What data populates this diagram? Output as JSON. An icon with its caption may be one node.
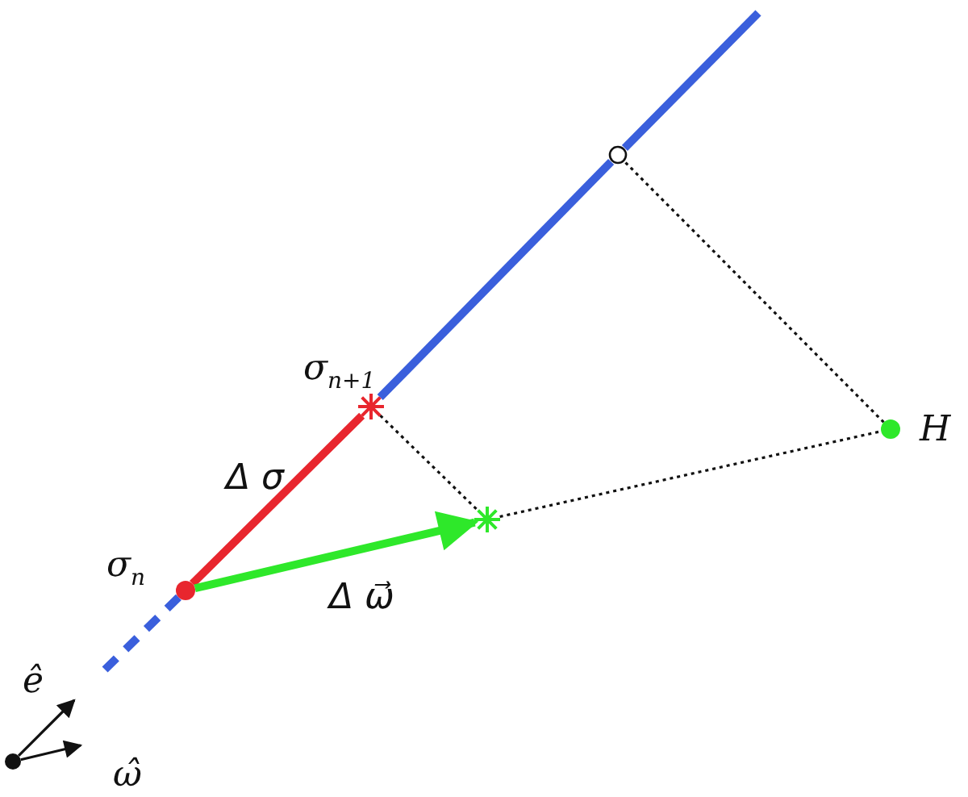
{
  "diagram": {
    "nodes": [
      {
        "text": [],
        "shape": "circle",
        "beside": [
          "σ$_{n}$"
        ]
      },
      {
        "text": [],
        "shape": "star",
        "beside": [
          "σ$_{n+1}$"
        ]
      },
      {
        "text": [],
        "shape": "star"
      },
      {
        "text": [],
        "shape": "circle"
      },
      {
        "text": [],
        "shape": "circle",
        "beside": [
          "H"
        ]
      },
      {
        "text": [],
        "shape": "circle"
      }
    ],
    "edges": [
      {
        "from": 0,
        "to": 1,
        "arrow": "none",
        "label": "Δ σ",
        "style": "thick",
        "color": "#e8262e"
      },
      {
        "from": 0,
        "to": 2,
        "arrow": "to",
        "label": "Δ ω⃗",
        "style": "thick",
        "color": "#2ee82a"
      },
      {
        "from": 1,
        "to": 3,
        "arrow": "none",
        "style": "thick",
        "color": "#3a5fdc"
      },
      {
        "from": 3,
        "to": null,
        "arrow": "none",
        "style": "thick",
        "color": "#3a5fdc"
      },
      {
        "from": 0,
        "to": null,
        "arrow": "none",
        "style": "dashed",
        "color": "#3a5fdc"
      },
      {
        "from": 1,
        "to": 2,
        "arrow": "none",
        "style": "dashed"
      },
      {
        "from": 2,
        "to": 4,
        "arrow": "none",
        "style": "dashed"
      },
      {
        "from": 4,
        "to": 3,
        "arrow": "none",
        "style": "dashed"
      },
      {
        "from": 5,
        "to": null,
        "arrow": "to"
      },
      {
        "from": 5,
        "to": null,
        "arrow": "to"
      }
    ],
    "labels": [
      "ê",
      "ω̂"
    ]
  }
}
